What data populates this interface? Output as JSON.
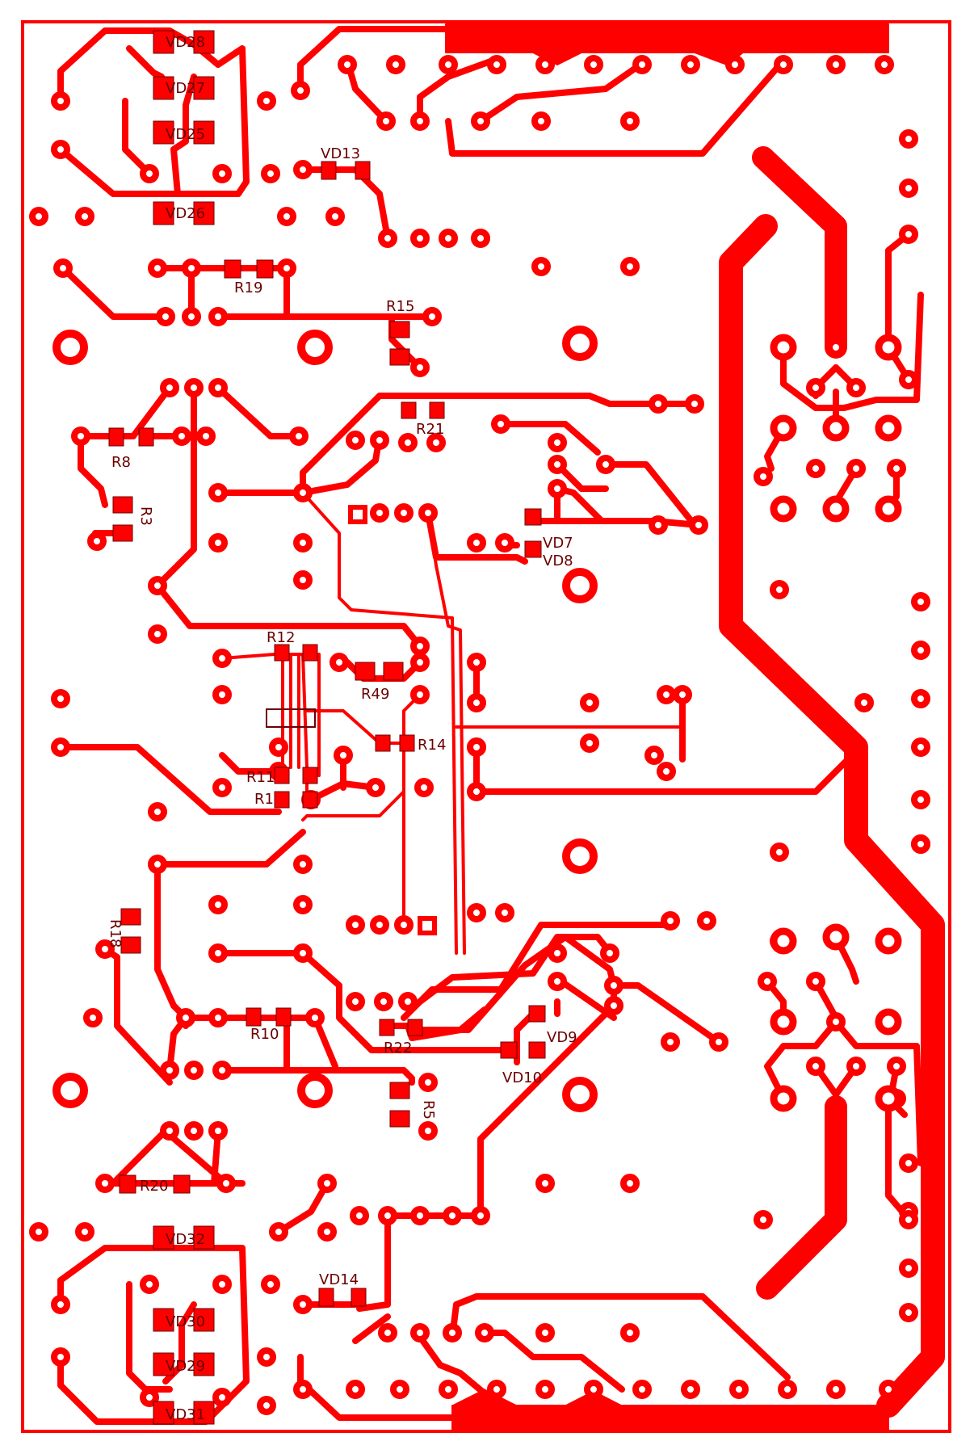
{
  "colors": {
    "copper": "#ff0000",
    "background": "#ffffff",
    "silkscreen": "#6b0000"
  },
  "labels": {
    "VD28_top": "VD28",
    "VD27": "VD27",
    "VD25": "VD25",
    "VD26": "VD26",
    "VD13": "VD13",
    "R19": "R19",
    "R15": "R15",
    "R21": "R21",
    "R8": "R8",
    "R3": "R3",
    "VD7": "VD7",
    "VD8": "VD8",
    "R12": "R12",
    "R49": "R49",
    "R14": "R14",
    "R11": "R11",
    "R1": "R1",
    "R18": "R18",
    "R10": "R10",
    "R22": "R22",
    "VD9": "VD9",
    "VD10": "VD10",
    "R5": "R5",
    "R20": "R20",
    "VD32": "VD32",
    "VD14": "VD14",
    "VD30": "VD30",
    "VD29": "VD29",
    "VD31": "VD31"
  }
}
